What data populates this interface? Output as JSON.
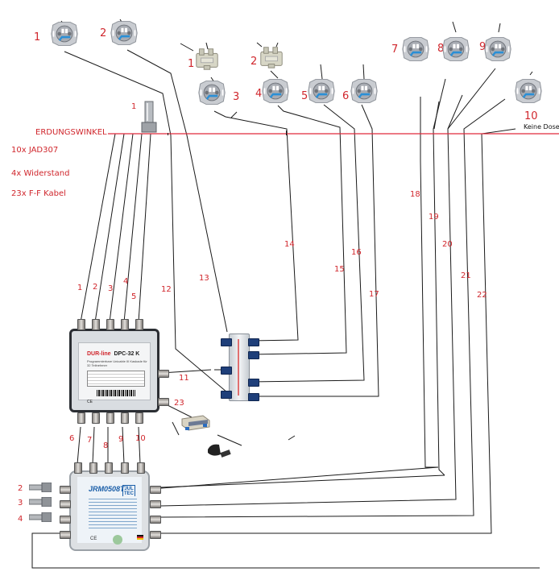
{
  "diagram": {
    "ground_label": "ERDUNGSWINKEL",
    "parts_list": [
      "10x JAD307",
      "4x Widerstand",
      "23x F-F Kabel"
    ],
    "sockets_top_left": [
      "1",
      "2"
    ],
    "splitters": [
      "1",
      "2"
    ],
    "sockets_middle": [
      "3",
      "4",
      "5",
      "6"
    ],
    "sockets_right": [
      "7",
      "8",
      "9",
      "10"
    ],
    "no_socket_note": "Keine Dose",
    "grounding_block_label": "1",
    "dpc_input_cables": [
      "1",
      "2",
      "3",
      "4",
      "5"
    ],
    "dpc_output_cables": [
      "6",
      "7",
      "8",
      "9",
      "10"
    ],
    "cable_labels": {
      "c11": "11",
      "c12": "12",
      "c13": "13",
      "c14": "14",
      "c15": "15",
      "c16": "16",
      "c17": "17",
      "c18": "18",
      "c19": "19",
      "c20": "20",
      "c21": "21",
      "c22": "22",
      "c23": "23"
    },
    "terminators": [
      "2",
      "3",
      "4"
    ],
    "dpc": {
      "brand": "DUR-line",
      "model": "DPC-32 K",
      "desc": "Programmierbare Unicable III Kaskade für 32 Teilnehmer",
      "ce": "CE"
    },
    "jrm": {
      "model": "JRM0508T",
      "brand_top": "JUL",
      "brand_bottom": "TEC",
      "ce": "CE"
    },
    "colors": {
      "label_red": "#d0262c",
      "ground_line": "#e02b3c",
      "wire": "#1a1a1a"
    }
  }
}
